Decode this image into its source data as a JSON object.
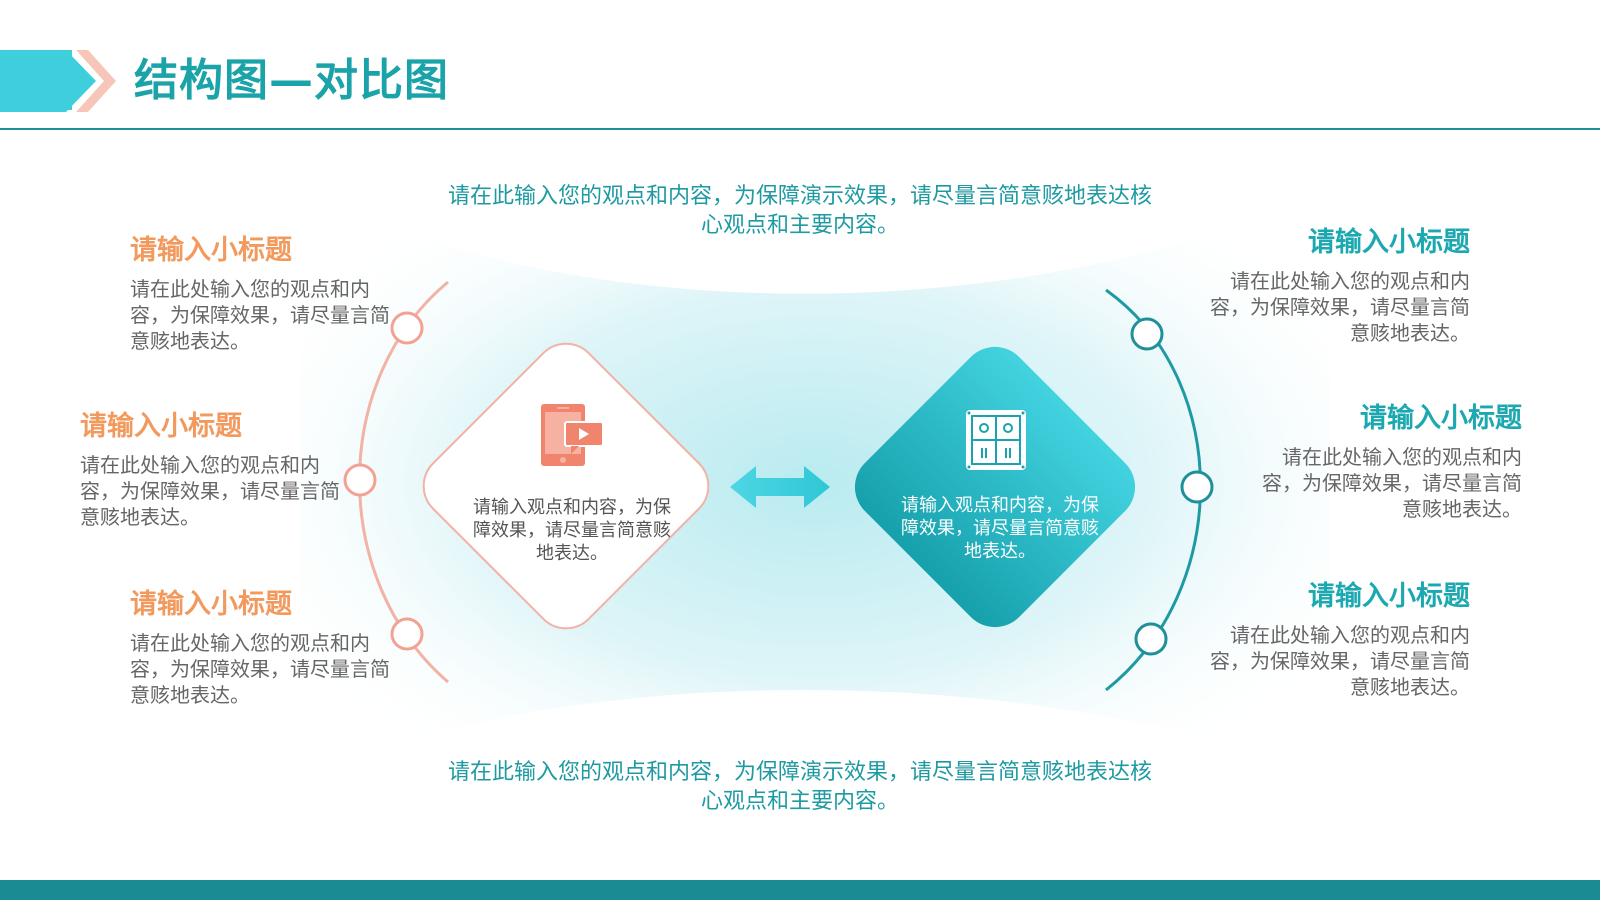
{
  "header": {
    "title": "结构图—对比图"
  },
  "captions": {
    "top": "请在此输入您的观点和内容，为保障演示效果，请尽量言简意赅地表达核心观点和主要内容。",
    "bottom": "请在此输入您的观点和内容，为保障演示效果，请尽量言简意赅地表达核心观点和主要内容。"
  },
  "left_items": [
    {
      "title": "请输入小标题",
      "desc": "请在此处输入您的观点和内容，为保障效果，请尽量言简意赅地表达。"
    },
    {
      "title": "请输入小标题",
      "desc": "请在此处输入您的观点和内容，为保障效果，请尽量言简意赅地表达。"
    },
    {
      "title": "请输入小标题",
      "desc": "请在此处输入您的观点和内容，为保障效果，请尽量言简意赅地表达。"
    }
  ],
  "right_items": [
    {
      "title": "请输入小标题",
      "desc": "请在此处输入您的观点和内容，为保障效果，请尽量言简意赅地表达。"
    },
    {
      "title": "请输入小标题",
      "desc": "请在此处输入您的观点和内容，为保障效果，请尽量言简意赅地表达。"
    },
    {
      "title": "请输入小标题",
      "desc": "请在此处输入您的观点和内容，为保障效果，请尽量言简意赅地表达。"
    }
  ],
  "diamonds": {
    "left": {
      "text": "请输入观点和内容，为保障效果，请尽量言简意赅地表达。",
      "icon": "video-tablet-icon"
    },
    "right": {
      "text": "请输入观点和内容，为保障效果，请尽量言简意赅地表达。",
      "icon": "panel-grid-icon"
    },
    "connector": "double-arrow-icon"
  },
  "colors": {
    "accent_teal": "#1aa3a8",
    "accent_cyan": "#3fcfdc",
    "accent_orange": "#f29a5e",
    "accent_salmon": "#f2a293",
    "footer": "#1a8b93"
  }
}
